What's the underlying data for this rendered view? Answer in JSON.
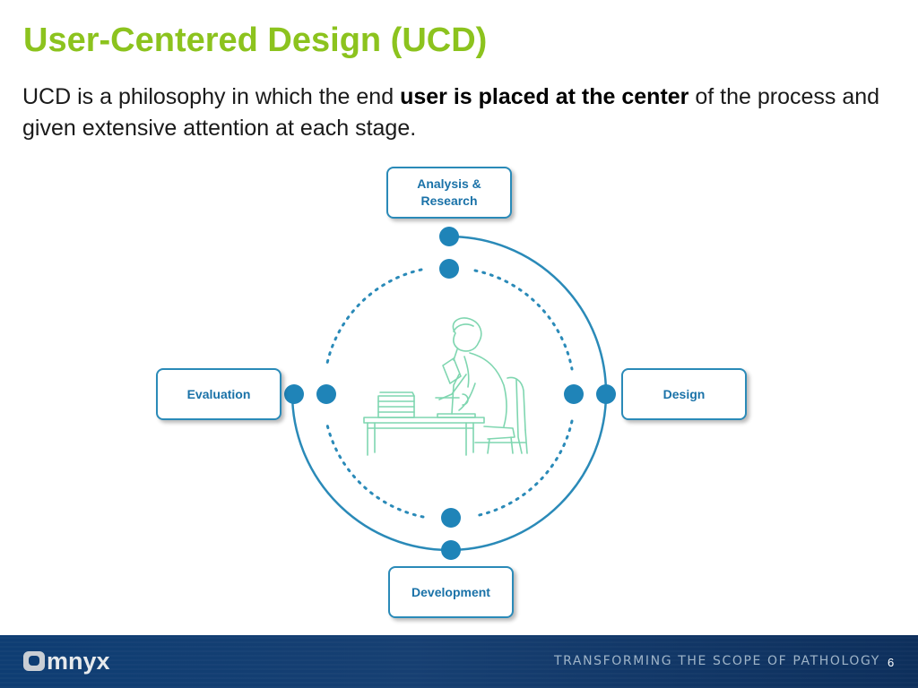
{
  "slide": {
    "title": "User-Centered Design (UCD)",
    "intro_prefix": "UCD is a philosophy in which the end ",
    "intro_bold": "user is placed at the center",
    "intro_suffix": " of the process and given extensive attention at each stage."
  },
  "diagram": {
    "nodes": {
      "analysis_line1": "Analysis &",
      "analysis_line2": "Research",
      "design": "Design",
      "development": "Development",
      "evaluation": "Evaluation"
    },
    "center_illustration": "person-at-microscope-illustration",
    "colors": {
      "cycle": "#2a8ab8",
      "node_text": "#1a72a8",
      "illustration": "#7fd6b0"
    }
  },
  "footer": {
    "logo_text": "mnyx",
    "tagline": "TRANSFORMING THE SCOPE OF PATHOLOGY",
    "page_number": "6"
  },
  "colors": {
    "title": "#8cc31e",
    "footer_bg": "#0e3d73"
  }
}
